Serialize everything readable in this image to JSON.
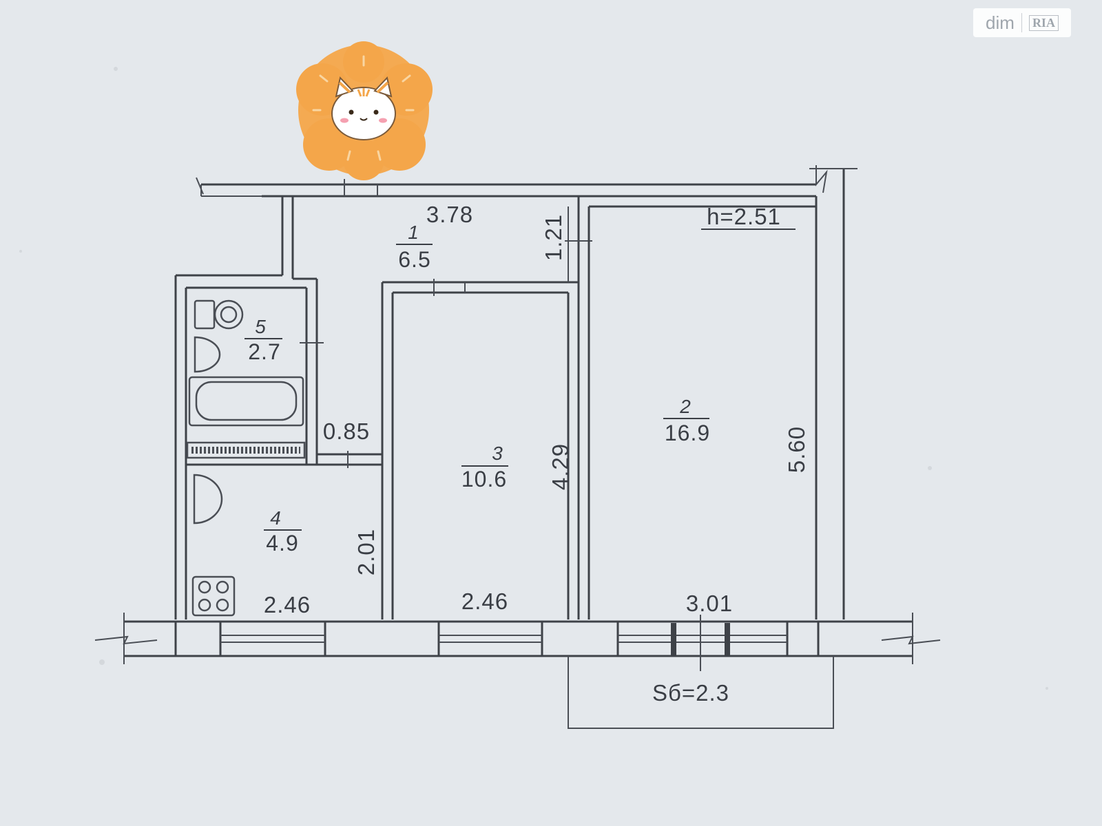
{
  "watermark": {
    "text": "dim",
    "logo": "RIA"
  },
  "sticker": {
    "icon": "cat-face-sticker-icon",
    "color": "#f4a64a"
  },
  "ceiling_height": "h=2.51",
  "rooms": [
    {
      "number": "1",
      "area": "6.5"
    },
    {
      "number": "2",
      "area": "16.9"
    },
    {
      "number": "3",
      "area": "10.6"
    },
    {
      "number": "4",
      "area": "4.9"
    },
    {
      "number": "5",
      "area": "2.7"
    }
  ],
  "dimensions": {
    "hall_width": "3.78",
    "hall_depth": "1.21",
    "living_depth": "5.60",
    "living_width": "3.01",
    "bedroom_depth": "4.29",
    "bedroom_width": "2.46",
    "kitchen_width": "2.46",
    "kitchen_depth": "2.01",
    "corridor_width": "0.85"
  },
  "balcony_area": "Sб=2.3"
}
